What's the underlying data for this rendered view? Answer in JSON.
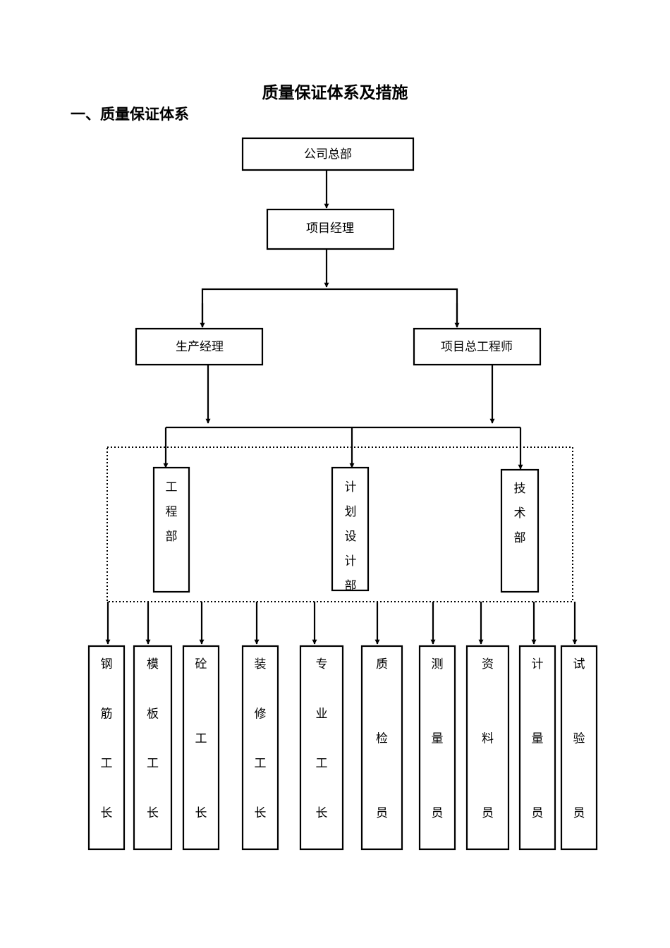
{
  "page_title": "质量保证体系及措施",
  "section_heading": "一、质量保证体系",
  "nodes": {
    "hq": "公司总部",
    "pm": "项目经理",
    "prod": "生产经理",
    "chief": "项目总工程师",
    "eng": "工程部",
    "plan": "计划设计部",
    "tech": "技术部"
  },
  "bottom_roles": [
    "钢筋工长",
    "模板工长",
    "砼工长",
    "装修工长",
    "专业工长",
    "质检员",
    "测量员",
    "资料员",
    "计量员",
    "试验员"
  ]
}
